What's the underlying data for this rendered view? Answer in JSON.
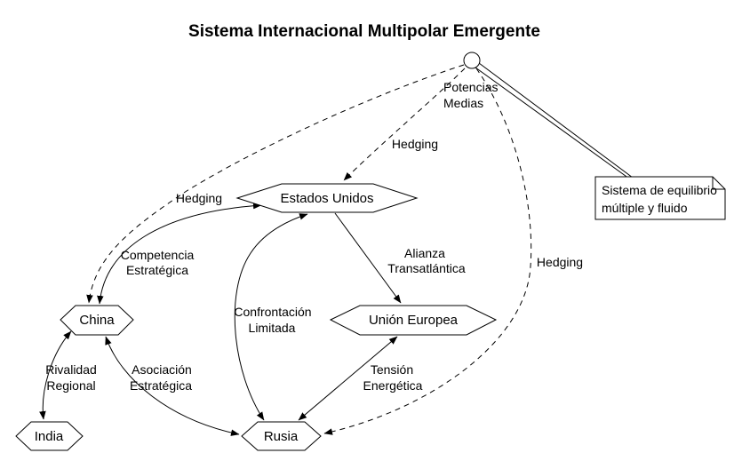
{
  "title": "Sistema Internacional Multipolar Emergente",
  "nodes": {
    "estados_unidos": {
      "label": "Estados Unidos"
    },
    "china": {
      "label": "China"
    },
    "union_europea": {
      "label": "Unión Europea"
    },
    "rusia": {
      "label": "Rusia"
    },
    "india": {
      "label": "India"
    }
  },
  "interface_node": {
    "label_line1": "Potencias",
    "label_line2": "Medias"
  },
  "note": {
    "line1": "Sistema de equilibrio",
    "line2": "múltiple y fluido"
  },
  "edge_labels": {
    "hedging_us": {
      "label": "Hedging"
    },
    "hedging_china": {
      "label": "Hedging"
    },
    "hedging_rusia": {
      "label": "Hedging"
    },
    "competencia": {
      "line1": "Competencia",
      "line2": "Estratégica"
    },
    "alianza": {
      "line1": "Alianza",
      "line2": "Transatlántica"
    },
    "confrontacion": {
      "line1": "Confrontación",
      "line2": "Limitada"
    },
    "tension": {
      "line1": "Tensión",
      "line2": "Energética"
    },
    "asociacion": {
      "line1": "Asociación",
      "line2": "Estratégica"
    },
    "rivalidad": {
      "line1": "Rivalidad",
      "line2": "Regional"
    }
  },
  "colors": {
    "background": "#ffffff",
    "stroke": "#000000",
    "text": "#000000"
  }
}
